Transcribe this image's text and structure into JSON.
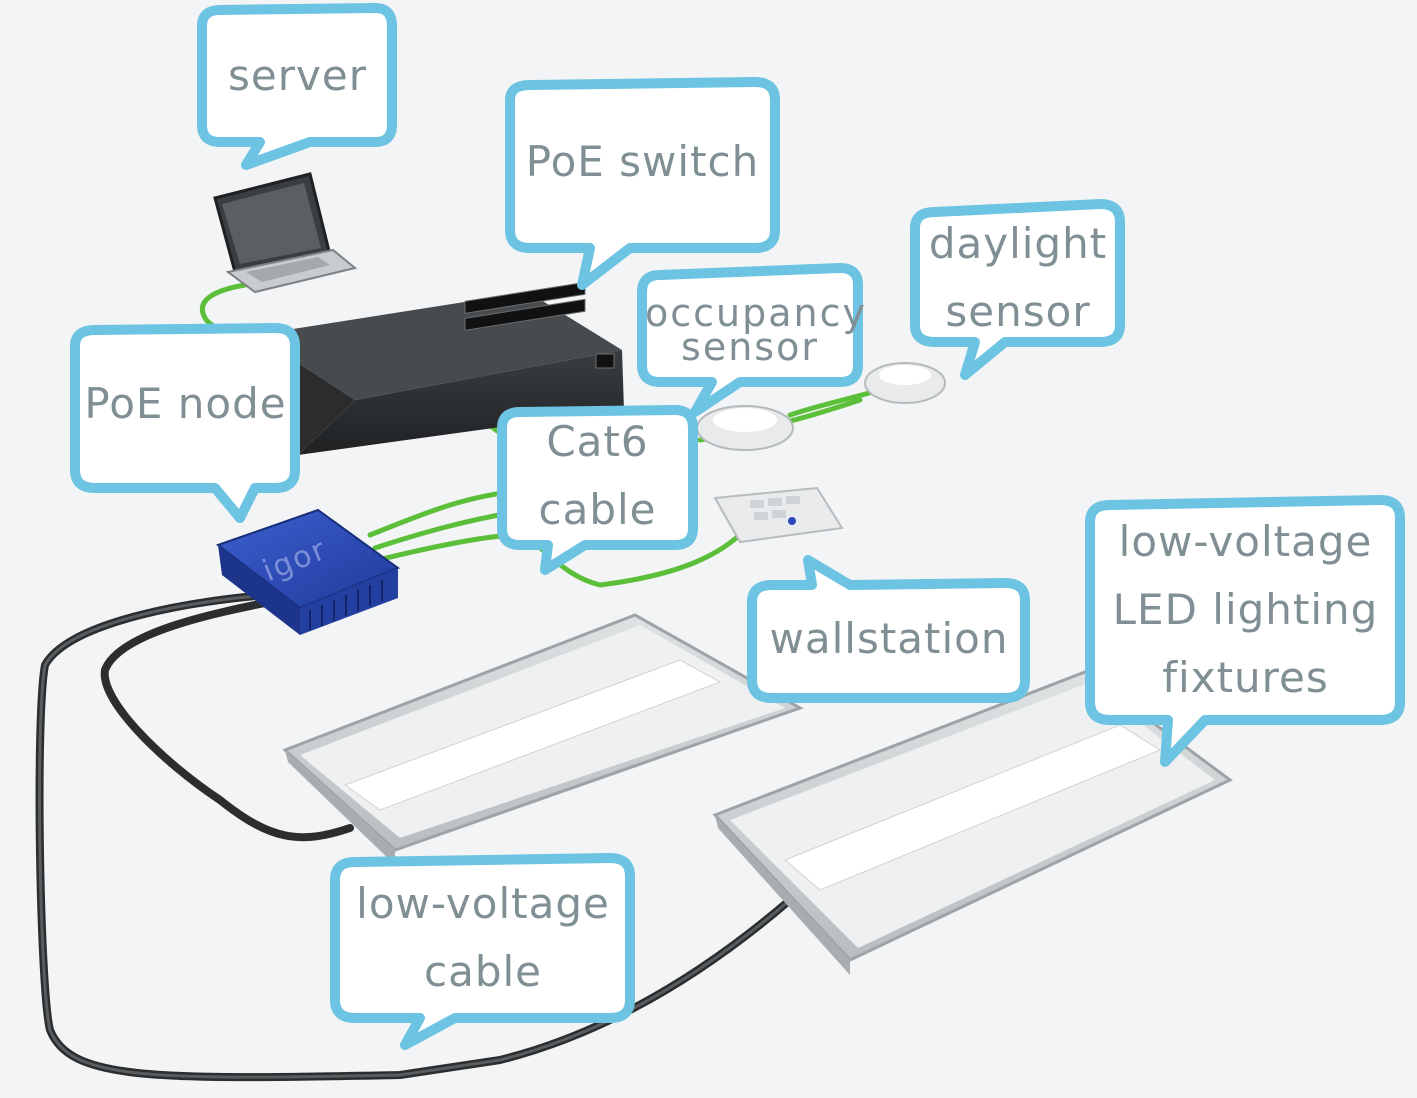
{
  "labels": {
    "server": "server",
    "poe_switch": "PoE switch",
    "daylight_sensor": [
      "daylight",
      "sensor"
    ],
    "occupancy_sensor": [
      "occupancy",
      "sensor"
    ],
    "poe_node": "PoE node",
    "cat6_cable": [
      "Cat6",
      "cable"
    ],
    "wallstation": "wallstation",
    "led_fixtures": [
      "low-voltage",
      "LED lighting",
      "fixtures"
    ],
    "low_voltage_cable": [
      "low-voltage",
      "cable"
    ]
  },
  "device_logo": "igor",
  "colors": {
    "bubble_border": "#6cc3e2",
    "bubble_fill": "#ffffff",
    "label_text": "#7f8f93",
    "cat6_cable": "#5cbf3a",
    "low_voltage_cable": "#2b2d2e",
    "poe_node": "#2b49b8",
    "switch_body": "#2c2f31",
    "background": "#f2f4f5"
  }
}
